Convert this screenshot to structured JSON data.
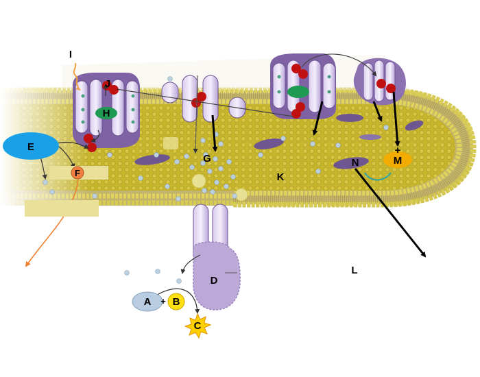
{
  "labels": {
    "A": "A",
    "B": "B",
    "C": "C",
    "D": "D",
    "E": "E",
    "F": "F",
    "G": "G",
    "H": "H",
    "I": "I",
    "J": "J",
    "K": "K",
    "L": "L",
    "M": "M",
    "N": "N",
    "plus_ab": "+",
    "plus_m": "+"
  },
  "colors": {
    "membrane_head": "#e5dc64",
    "membrane_tail": "#c2b46a",
    "lumen": "#c8b430",
    "protein_purple": "#8d6db0",
    "protein_light": "#c7b5df",
    "receptor_red": "#c01010",
    "ligand_green": "#1f9a52",
    "ion_dot": "#b8cbdc",
    "label_E": "#1aa0e6",
    "label_M": "#f2ac00",
    "label_B": "#ffe010",
    "label_C": "#ffd000",
    "label_A": "#b8cde2",
    "label_F": "#f08040",
    "arrow_orange": "#f08030",
    "placeholder_box": "#ebe09a"
  }
}
